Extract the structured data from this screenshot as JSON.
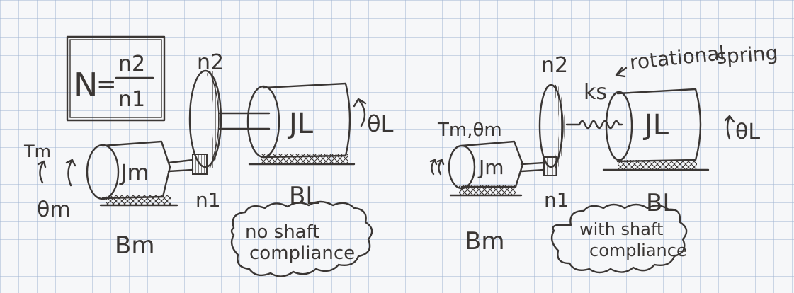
{
  "colors": {
    "paper": "#f6f7f9",
    "grid": "#9fb3d1",
    "ink": "#3a3634"
  },
  "ratio": {
    "N": "N",
    "eq": "=",
    "num": "n2",
    "den": "n1"
  },
  "left": {
    "gear_big": "n2",
    "gear_small": "n1",
    "motor_inertia": "Jm",
    "load_inertia": "JL",
    "motor_damping": "Bm",
    "load_damping": "BL",
    "torque": "Tm",
    "motor_angle": "θm",
    "load_angle": "θL",
    "caption_line1": "no shaft",
    "caption_line2": "compliance"
  },
  "right": {
    "gear_big": "n2",
    "gear_small": "n1",
    "motor_inertia": "Jm",
    "load_inertia": "JL",
    "motor_damping": "Bm",
    "load_damping": "BL",
    "torque_angle": "Tm,θm",
    "load_angle": "θL",
    "spring_constant": "ks",
    "spring_line1": "rotational",
    "spring_line2": "spring",
    "caption_line1": "with shaft",
    "caption_line2": "compliance"
  }
}
